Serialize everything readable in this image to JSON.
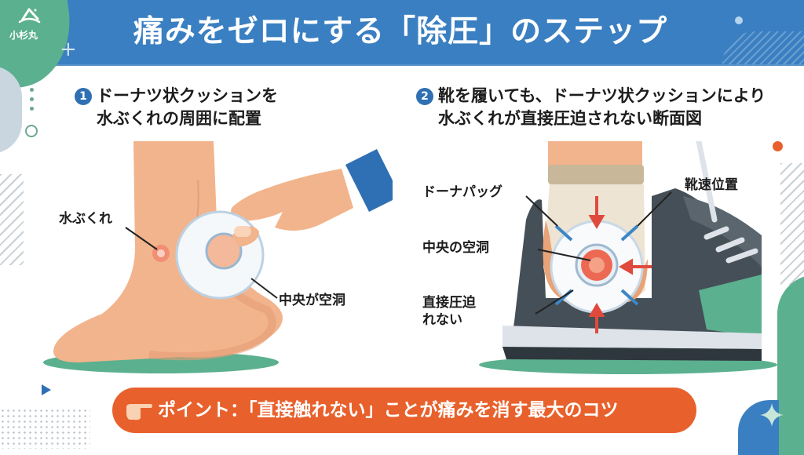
{
  "header": {
    "logo_text": "小杉丸",
    "title": "痛みをゼロにする「除圧」のステップ"
  },
  "steps": [
    {
      "number": "1",
      "title_line1": "ドーナツ状クッションを",
      "title_line2": "水ぶくれの周囲に配置",
      "labels": {
        "blister": "水ぶくれ",
        "hollow_center": "中央が空洞"
      }
    },
    {
      "number": "2",
      "title_line1": "靴を履いても、ドーナツ状クッションにより",
      "title_line2": "水ぶくれが直接圧迫されない断面図",
      "labels": {
        "donut_pad": "ドーナパッグ",
        "shoe_position": "靴速位置",
        "center_hollow": "中央の空洞",
        "no_direct_pressure_line1": "直接圧迫",
        "no_direct_pressure_line2": "れない"
      }
    }
  ],
  "point": {
    "icon": "pointing-hand-icon",
    "text": "ポイント：「直接触れない」ことが痛みを消す最大のコツ"
  },
  "colors": {
    "header_blue": "#3a7fc1",
    "accent_green": "#5bb08f",
    "accent_orange": "#e8612c",
    "skin": "#f2b48c",
    "shoe_dark": "#454f57",
    "arrow_red": "#e04a3c",
    "arrow_blue": "#3c86c6"
  }
}
